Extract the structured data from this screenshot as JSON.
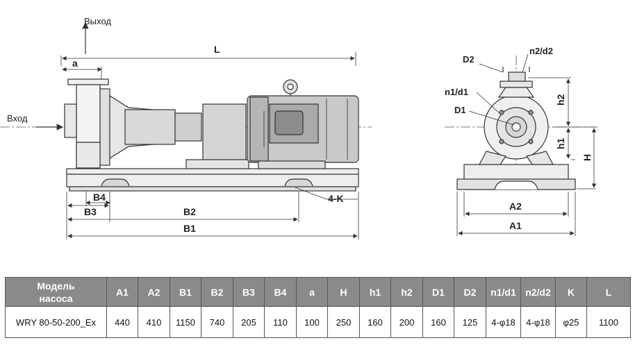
{
  "drawing": {
    "labels": {
      "outlet": "Выход",
      "inlet": "Вход",
      "L": "L",
      "a": "a",
      "B1": "B1",
      "B2": "B2",
      "B3": "B3",
      "B4": "B4",
      "K": "4-K",
      "A1": "A1",
      "A2": "A2",
      "D1": "D1",
      "D2": "D2",
      "n1d1": "n1/d1",
      "n2d2": "n2/d2",
      "H": "H",
      "h1": "h1",
      "h2": "h2"
    }
  },
  "table": {
    "headers": [
      "Модель\nнасоса",
      "A1",
      "A2",
      "B1",
      "B2",
      "B3",
      "B4",
      "a",
      "H",
      "h1",
      "h2",
      "D1",
      "D2",
      "n1/d1",
      "n2/d2",
      "K",
      "L"
    ],
    "rows": [
      [
        "WRY 80-50-200_Ex",
        "440",
        "410",
        "1150",
        "740",
        "205",
        "110",
        "100",
        "250",
        "160",
        "200",
        "160",
        "125",
        "4-φ18",
        "4-φ18",
        "φ25",
        "1100"
      ]
    ]
  }
}
